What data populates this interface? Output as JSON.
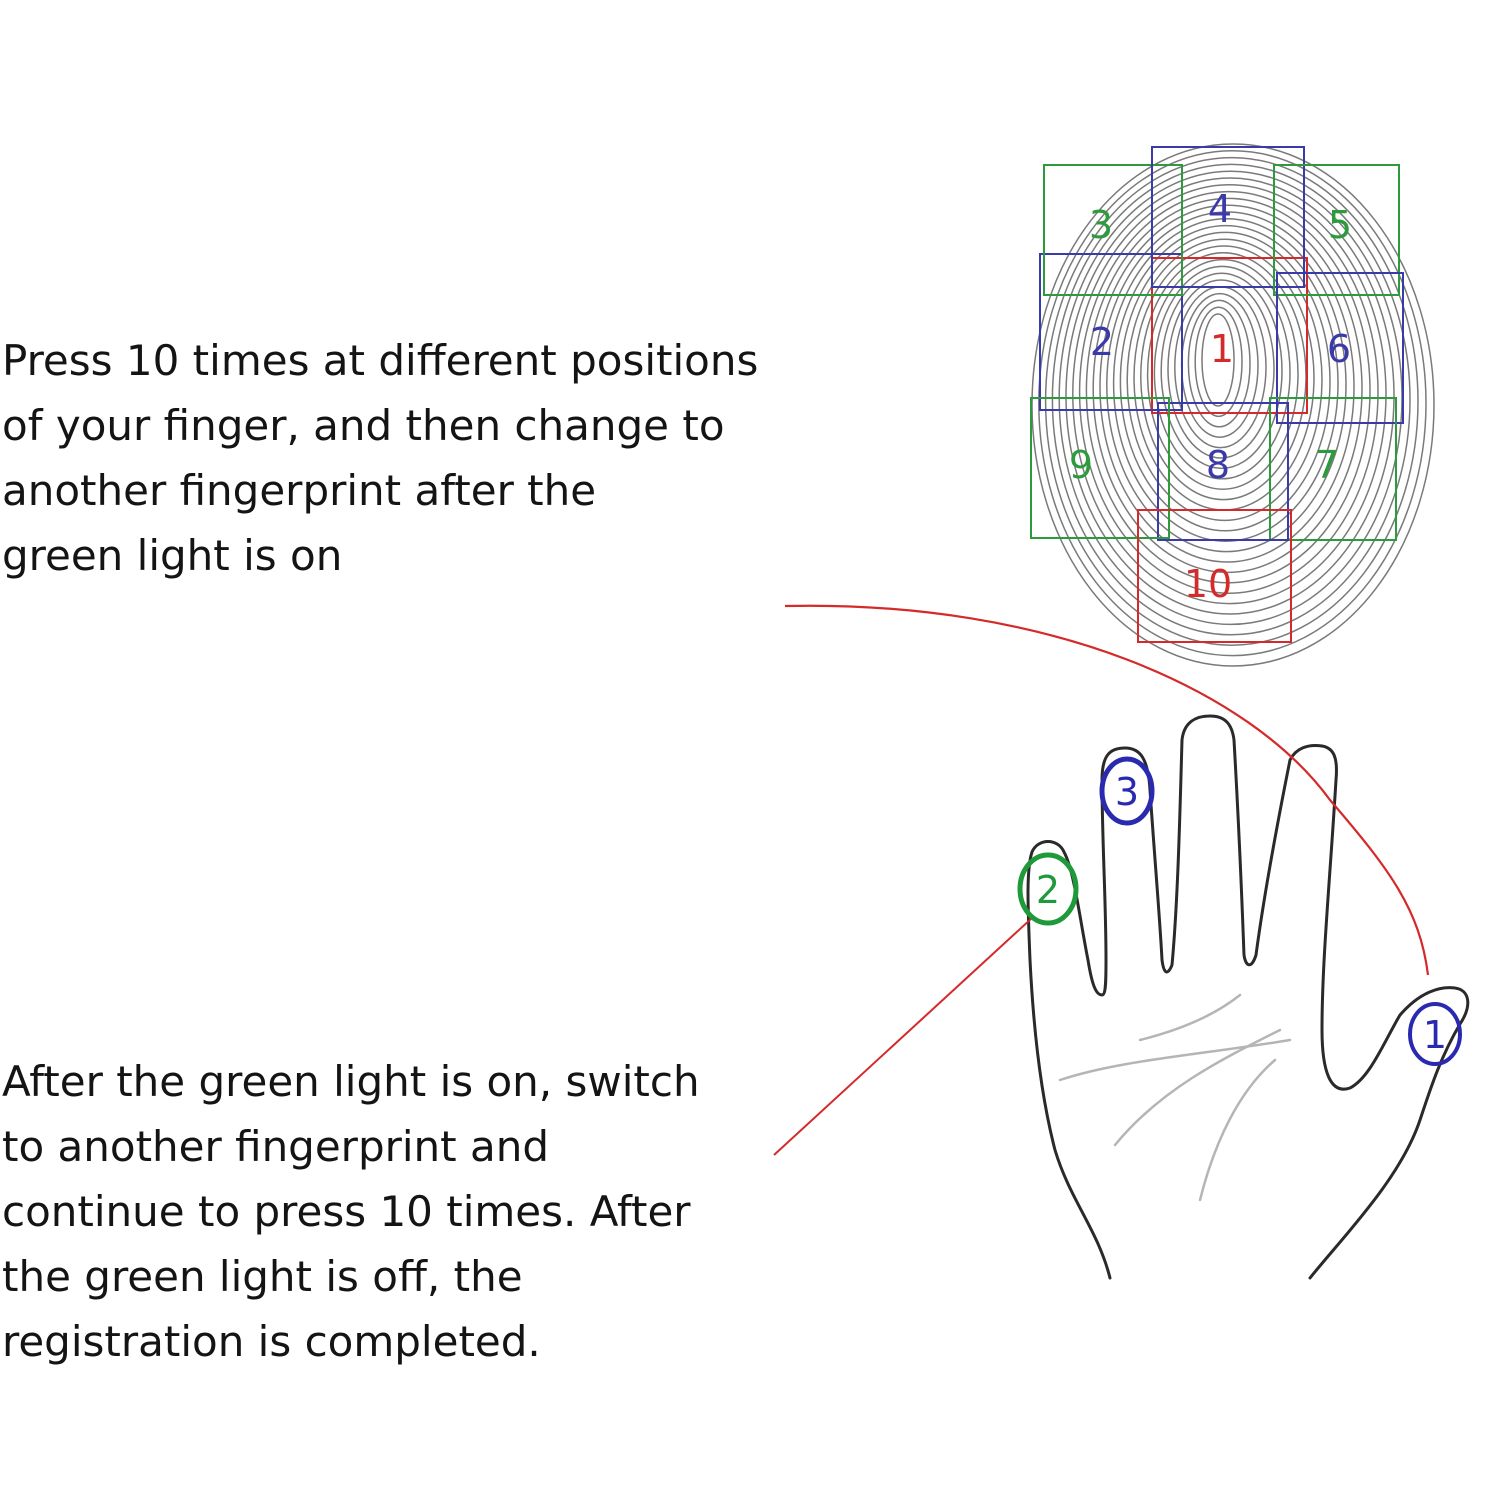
{
  "instructions": {
    "first": [
      "Press 10 times at different positions",
      "of your finger, and then change to",
      "another fingerprint after the",
      "green light is on"
    ],
    "second": [
      "After the green light is on, switch",
      "to another fingerprint and",
      "continue to press 10 times. After",
      "the green light is off, the",
      "registration is completed."
    ]
  },
  "fingerprint_regions": [
    {
      "label": "1",
      "color": "#d42a2a"
    },
    {
      "label": "2",
      "color": "#3a3aa8"
    },
    {
      "label": "3",
      "color": "#2e9a3e"
    },
    {
      "label": "4",
      "color": "#3a3aa8"
    },
    {
      "label": "5",
      "color": "#2e9a3e"
    },
    {
      "label": "6",
      "color": "#3a3aa8"
    },
    {
      "label": "7",
      "color": "#2e9a3e"
    },
    {
      "label": "8",
      "color": "#3a3aa8"
    },
    {
      "label": "9",
      "color": "#2e9a3e"
    },
    {
      "label": "10",
      "color": "#d42a2a"
    }
  ],
  "finger_markers": [
    {
      "label": "1",
      "color": "#2a2ab0"
    },
    {
      "label": "2",
      "color": "#1e9a3a"
    },
    {
      "label": "3",
      "color": "#2a2ab0"
    }
  ],
  "colors": {
    "text": "#141414",
    "connector": "#d42a2a",
    "ridges": "#7a7a7a",
    "hand_outline": "#2a2a2a"
  }
}
